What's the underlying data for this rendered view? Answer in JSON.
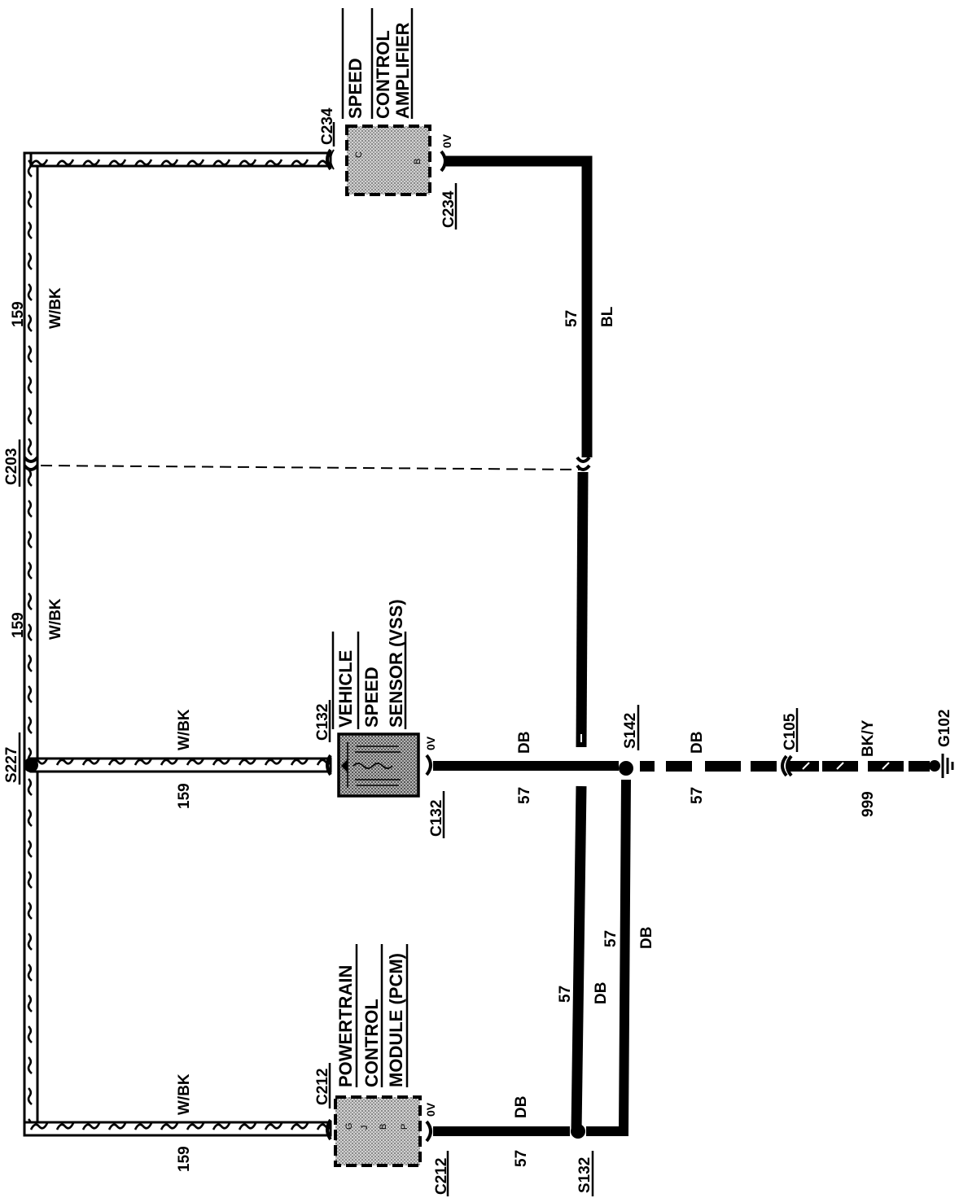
{
  "colors": {
    "ink": "#000000",
    "paper": "#ffffff",
    "module_fill": "#c8c8c8",
    "sensor_fill": "#a8a8a8"
  },
  "components": {
    "speed_control_amplifier": {
      "line1": "SPEED",
      "line2": "CONTROL",
      "line3": "AMPLIFIER",
      "pin_left": "C",
      "pin_right": "B"
    },
    "vehicle_speed_sensor": {
      "line1": "VEHICLE",
      "line2": "SPEED",
      "line3": "SENSOR (VSS)"
    },
    "pcm": {
      "line1": "POWERTRAIN",
      "line2": "CONTROL",
      "line3": "MODULE (PCM)",
      "pin_1": "G",
      "pin_2": "J",
      "pin_3": "B",
      "pin_4": "P"
    }
  },
  "connectors": {
    "c234_top": "C234",
    "c234_bottom": "C234",
    "c203": "C203",
    "c132_top": "C132",
    "c132_bottom": "C132",
    "c212_top": "C212",
    "c212_bottom": "C212",
    "c105": "C105"
  },
  "splices": {
    "s227": "S227",
    "s142": "S142",
    "s132": "S132"
  },
  "ground": {
    "g102": "G102"
  },
  "voltages": {
    "amp": "0V",
    "vss": "0V",
    "pcm": "0V"
  },
  "wires": {
    "w159_top": {
      "circuit": "159",
      "color": "W/BK"
    },
    "w159_mid": {
      "circuit": "159",
      "color": "W/BK"
    },
    "w159_vss": {
      "circuit": "159",
      "color": "W/BK"
    },
    "w159_pcm": {
      "circuit": "159",
      "color": "W/BK"
    },
    "w57_bl": {
      "circuit": "57",
      "color": "BL"
    },
    "w57_vss": {
      "circuit": "57",
      "color": "DB"
    },
    "w57_s142": {
      "circuit": "57",
      "color": "DB"
    },
    "w57_right": {
      "circuit": "57",
      "color": "DB"
    },
    "w57_left": {
      "circuit": "57",
      "color": "DB"
    },
    "w57_pcm": {
      "circuit": "57",
      "color": "DB"
    },
    "w999": {
      "circuit": "999",
      "color": "BK/Y"
    }
  }
}
